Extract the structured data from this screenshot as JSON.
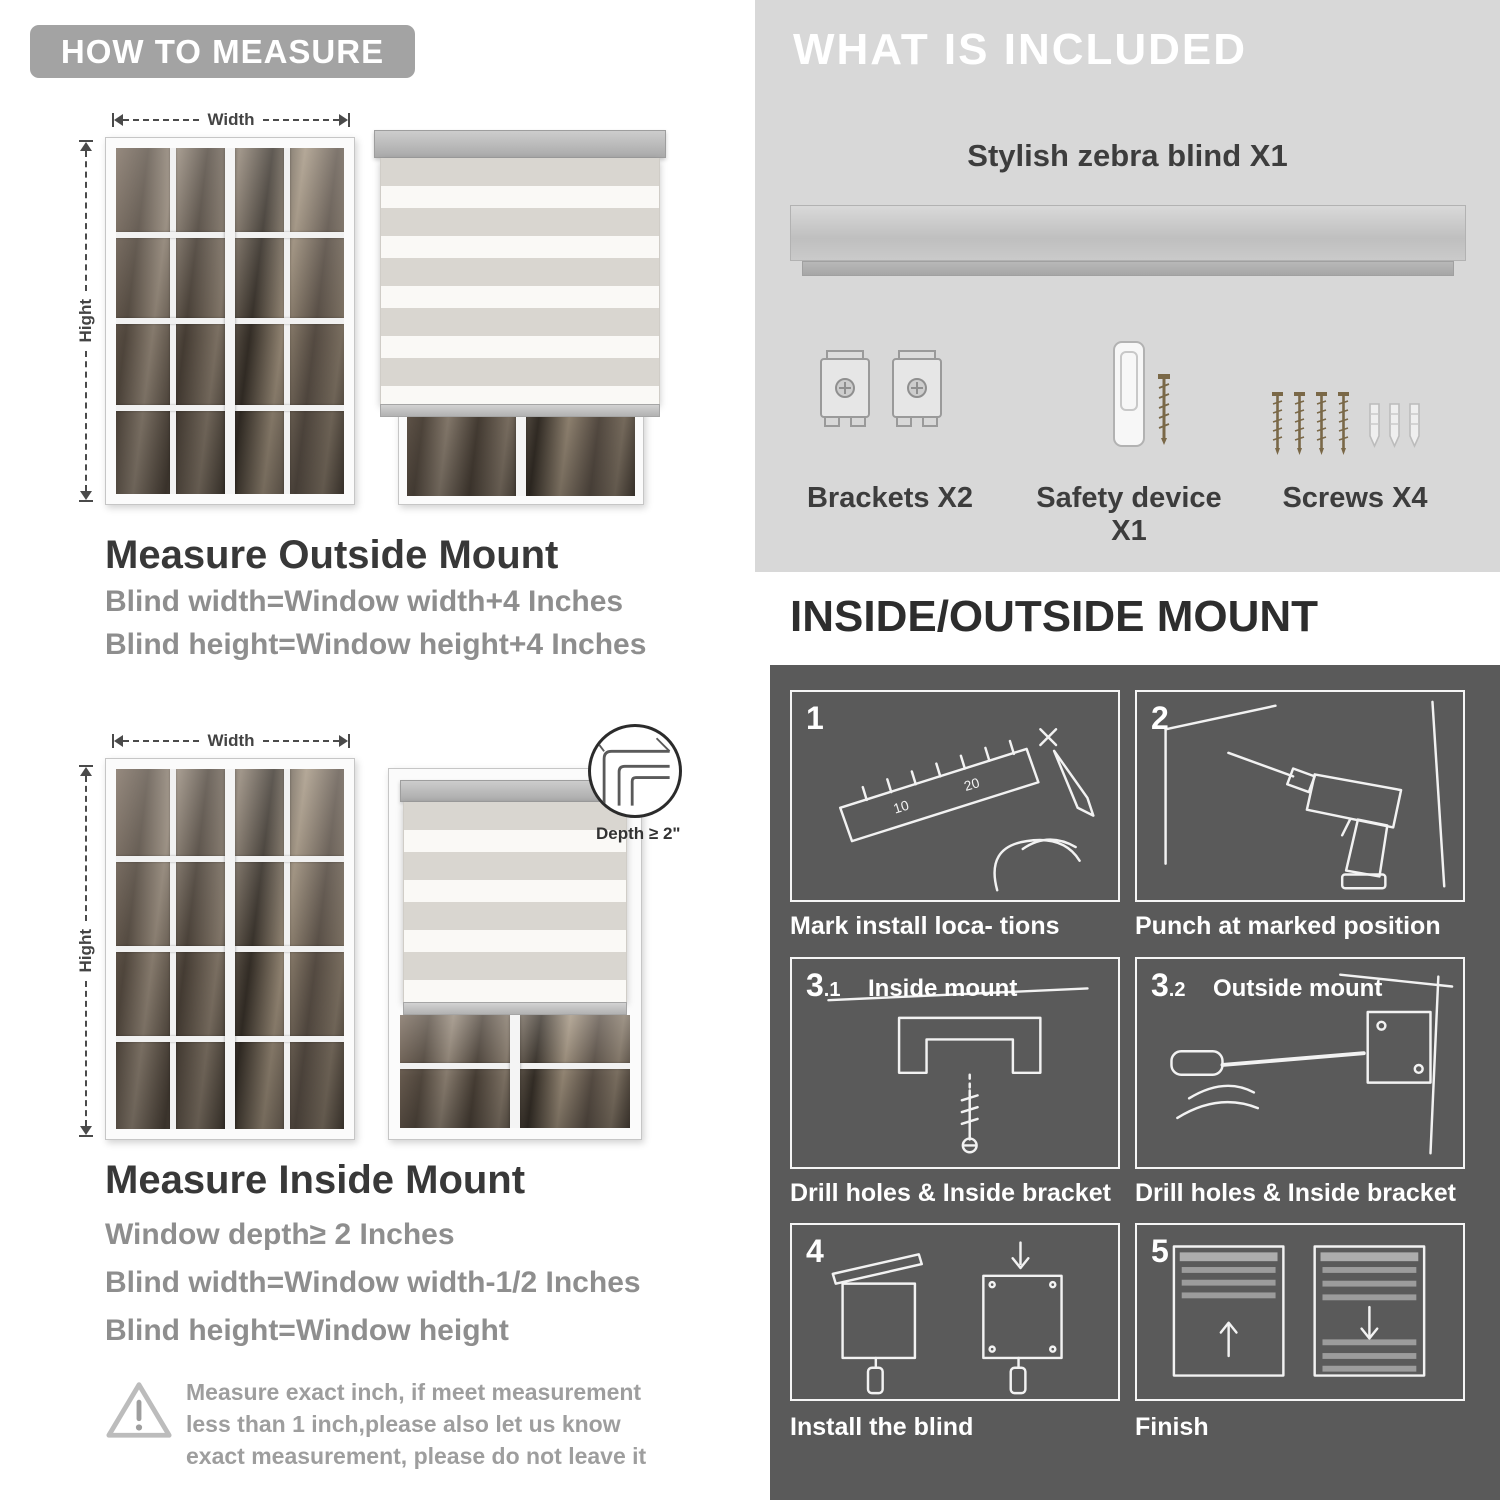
{
  "left": {
    "header": "HOW TO MEASURE",
    "outside": {
      "width_label": "Width",
      "height_label": "Hight",
      "title": "Measure Outside Mount",
      "lines": [
        "Blind width=Window width+4 Inches",
        "Blind height=Window height+4 Inches"
      ]
    },
    "inside": {
      "width_label": "Width",
      "height_label": "Hight",
      "depth_label": "Depth ≥ 2\"",
      "title": "Measure Inside Mount",
      "lines": [
        "Window depth≥ 2 Inches",
        "Blind width=Window width-1/2 Inches",
        "Blind height=Window height"
      ]
    },
    "warning": {
      "icon": "warning-triangle-icon",
      "text": "Measure exact inch, if meet measurement less than 1 inch,please also let us know exact measurement, please do not leave it"
    }
  },
  "right": {
    "included": {
      "header": "WHAT IS INCLUDED",
      "product_label": "Stylish zebra blind X1",
      "items": [
        {
          "icon": "bracket-icon",
          "label": "Brackets X2"
        },
        {
          "icon": "safety-device-icon",
          "label": "Safety device X1"
        },
        {
          "icon": "screw-icon",
          "label": "Screws X4"
        }
      ]
    },
    "mount": {
      "header": "INSIDE/OUTSIDE MOUNT",
      "steps": [
        {
          "num": "1",
          "sub": "",
          "inner_label": "",
          "caption": "Mark install loca- tions"
        },
        {
          "num": "2",
          "sub": "",
          "inner_label": "",
          "caption": "Punch at  marked position"
        },
        {
          "num": "3",
          "sub": ".1",
          "inner_label": "Inside mount",
          "caption": "Drill holes &  Inside bracket"
        },
        {
          "num": "3",
          "sub": ".2",
          "inner_label": "Outside mount",
          "caption": "Drill holes &  Inside bracket"
        },
        {
          "num": "4",
          "sub": "",
          "inner_label": "",
          "caption": "Install the blind"
        },
        {
          "num": "5",
          "sub": "",
          "inner_label": "",
          "caption": "Finish"
        }
      ]
    }
  }
}
